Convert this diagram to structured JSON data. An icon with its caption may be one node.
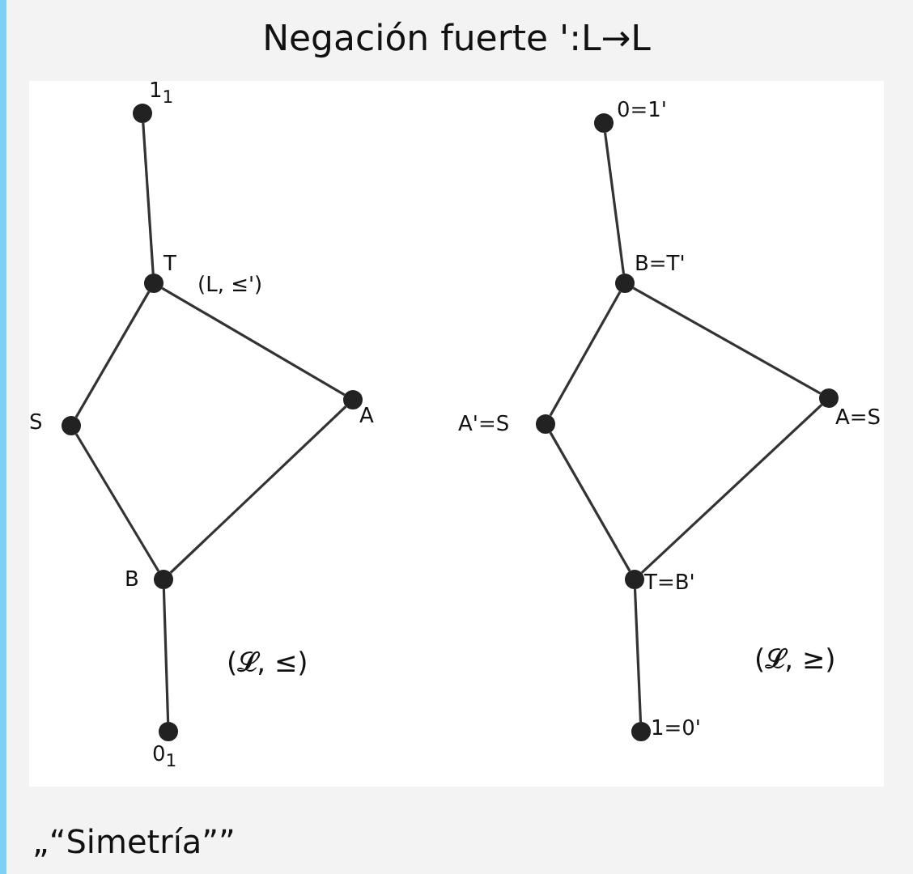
{
  "diagram": {
    "title": "Negación fuerte ':L→L",
    "nodes": [
      {
        "text": [
          "1$_{1}$"
        ]
      },
      {
        "text": [
          "T"
        ]
      },
      {
        "text": [
          "S"
        ]
      },
      {
        "text": [
          "A"
        ]
      },
      {
        "text": [
          "B"
        ]
      },
      {
        "text": [
          "0$_{1}$"
        ]
      },
      {
        "text": [
          "0=1'"
        ]
      },
      {
        "text": [
          "B=T'"
        ]
      },
      {
        "text": [
          "A'=S"
        ]
      },
      {
        "text": [
          "A=S"
        ]
      },
      {
        "text": [
          "T=B'"
        ]
      },
      {
        "text": [
          "1=0'"
        ]
      }
    ],
    "edges": [
      {
        "from": 0,
        "to": 1,
        "arrow": "none"
      },
      {
        "from": 1,
        "to": 2,
        "arrow": "none"
      },
      {
        "from": 1,
        "to": 3,
        "arrow": "none"
      },
      {
        "from": 2,
        "to": 4,
        "arrow": "none"
      },
      {
        "from": 3,
        "to": 4,
        "arrow": "none"
      },
      {
        "from": 4,
        "to": 5,
        "arrow": "none"
      },
      {
        "from": 6,
        "to": 7,
        "arrow": "none"
      },
      {
        "from": 7,
        "to": 8,
        "arrow": "none"
      },
      {
        "from": 7,
        "to": 9,
        "arrow": "none"
      },
      {
        "from": 8,
        "to": 10,
        "arrow": "none"
      },
      {
        "from": 9,
        "to": 10,
        "arrow": "none"
      },
      {
        "from": 10,
        "to": 11,
        "arrow": "none"
      }
    ],
    "labels": [
      "(L, ≤')",
      "(𝓛, ≤)",
      "(𝓛, ≥)"
    ],
    "caption": "„“Simetría””"
  }
}
